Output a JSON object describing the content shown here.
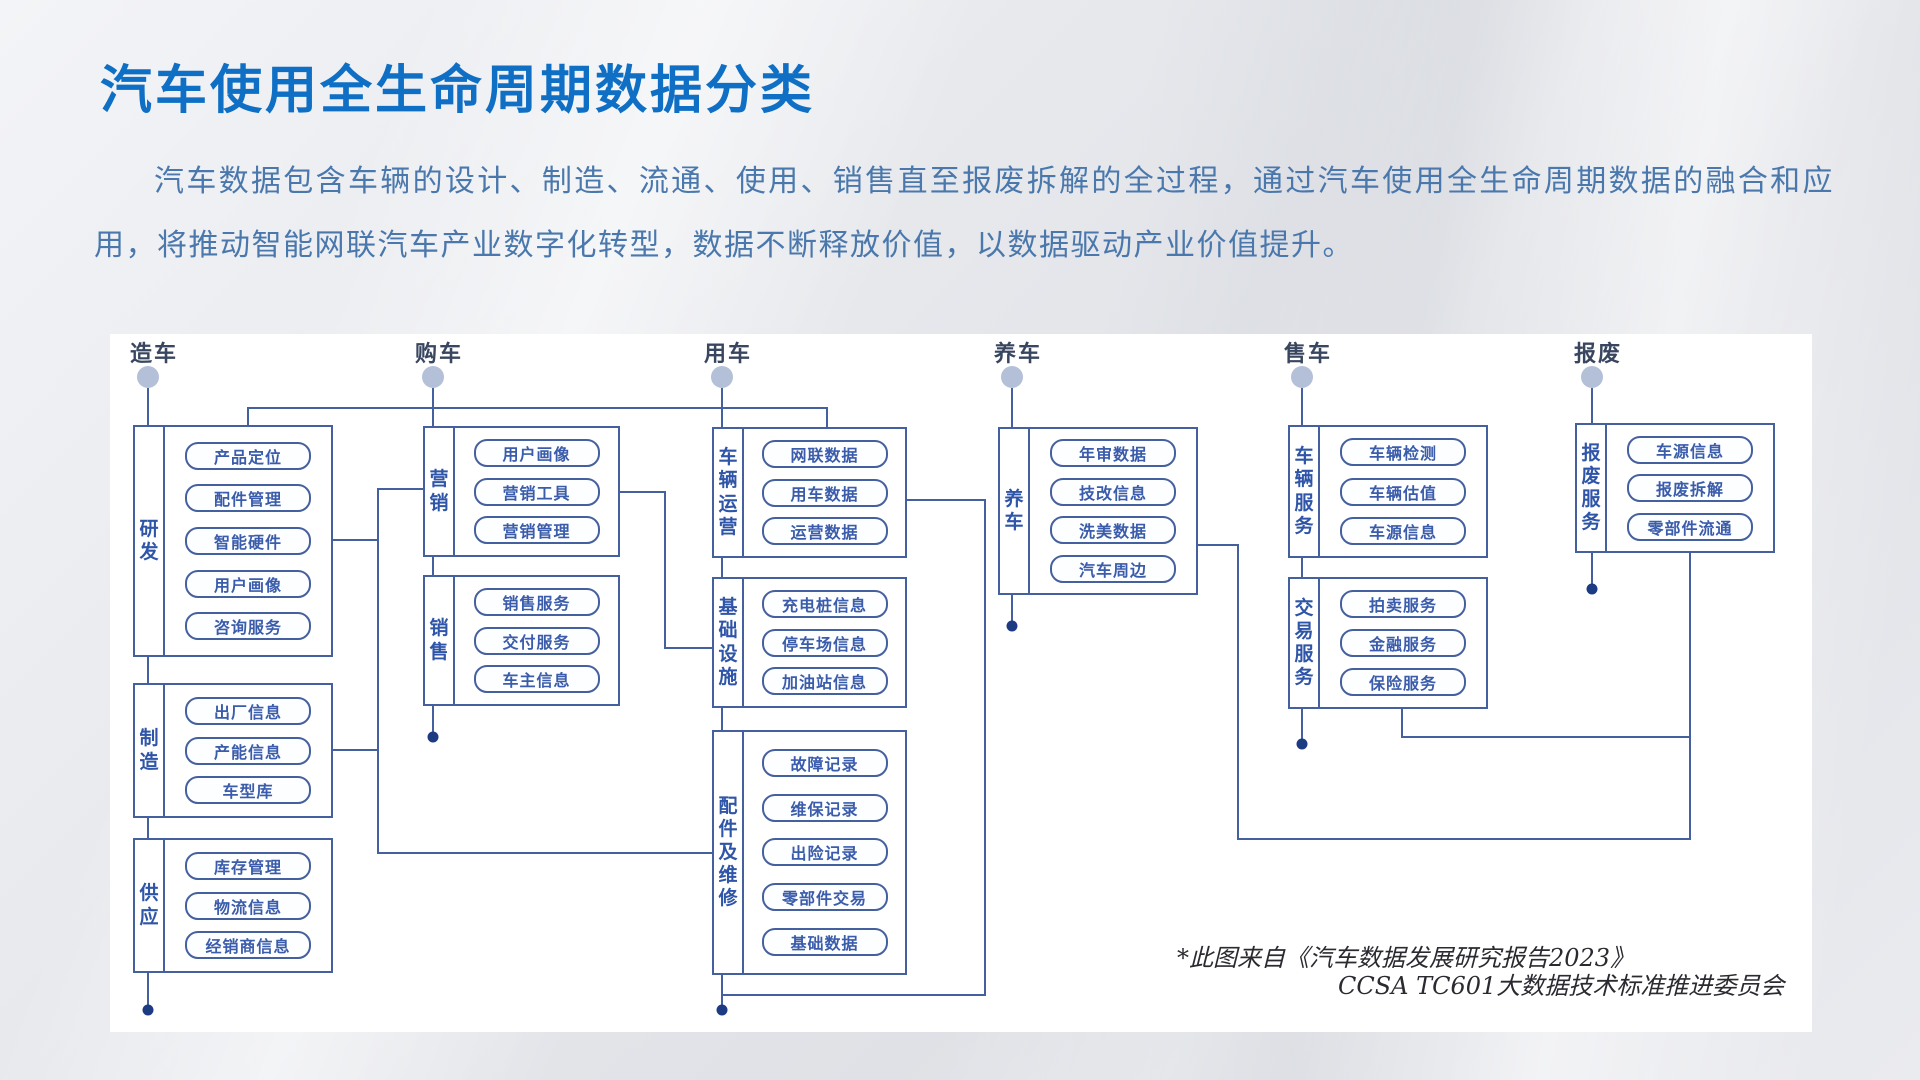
{
  "title": "汽车使用全生命周期数据分类",
  "intro": "汽车数据包含车辆的设计、制造、流通、使用、销售直至报废拆解的全过程，通过汽车使用全生命周期数据的融合和应用，将推动智能网联汽车产业数字化转型，数据不断释放价值，以数据驱动产业价值提升。",
  "footnote": {
    "line1": "*此图来自《汽车数据发展研究报告2023》",
    "line2": "CCSA TC601大数据技术标准推进委员会"
  },
  "colors": {
    "title_accent": "#0e6fc4",
    "intro_text": "#4a78ad",
    "connector_line": "#44609e",
    "box_text": "#3a5cab",
    "group_label_text": "#2f55a8",
    "stage_label_text": "#39465f",
    "stage_circle": "#b4c0d8",
    "end_dot": "#1d3b82",
    "panel_background": "#ffffff"
  },
  "diagram": {
    "stages": [
      {
        "label": "造车",
        "groups": [
          {
            "label": "研发",
            "items": [
              "产品定位",
              "配件管理",
              "智能硬件",
              "用户画像",
              "咨询服务"
            ]
          },
          {
            "label": "制造",
            "items": [
              "出厂信息",
              "产能信息",
              "车型库"
            ]
          },
          {
            "label": "供应",
            "items": [
              "库存管理",
              "物流信息",
              "经销商信息"
            ]
          }
        ]
      },
      {
        "label": "购车",
        "groups": [
          {
            "label": "营销",
            "items": [
              "用户画像",
              "营销工具",
              "营销管理"
            ]
          },
          {
            "label": "销售",
            "items": [
              "销售服务",
              "交付服务",
              "车主信息"
            ]
          }
        ]
      },
      {
        "label": "用车",
        "groups": [
          {
            "label": "车辆运营",
            "items": [
              "网联数据",
              "用车数据",
              "运营数据"
            ]
          },
          {
            "label": "基础设施",
            "items": [
              "充电桩信息",
              "停车场信息",
              "加油站信息"
            ]
          },
          {
            "label": "配件及维修",
            "items": [
              "故障记录",
              "维保记录",
              "出险记录",
              "零部件交易",
              "基础数据"
            ]
          }
        ]
      },
      {
        "label": "养车",
        "groups": [
          {
            "label": "养车",
            "items": [
              "年审数据",
              "技改信息",
              "洗美数据",
              "汽车周边"
            ]
          }
        ]
      },
      {
        "label": "售车",
        "groups": [
          {
            "label": "车辆服务",
            "items": [
              "车辆检测",
              "车辆估值",
              "车源信息"
            ]
          },
          {
            "label": "交易服务",
            "items": [
              "拍卖服务",
              "金融服务",
              "保险服务"
            ]
          }
        ]
      },
      {
        "label": "报废",
        "groups": [
          {
            "label": "报废服务",
            "items": [
              "车源信息",
              "报废拆解",
              "零部件流通"
            ]
          }
        ]
      }
    ]
  }
}
